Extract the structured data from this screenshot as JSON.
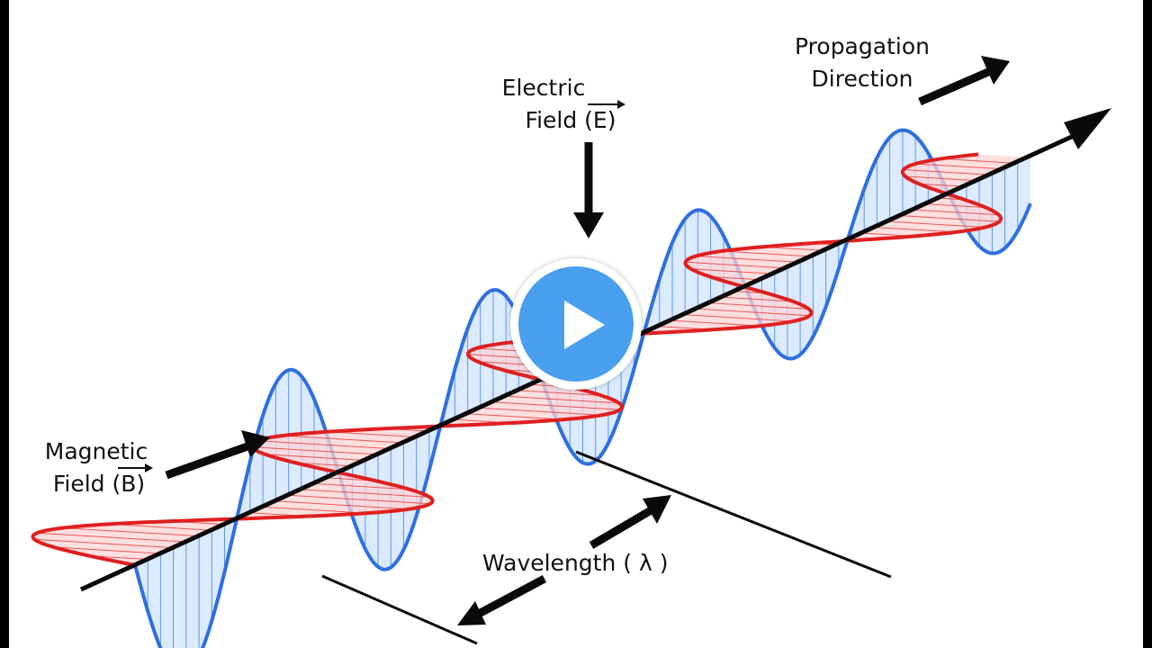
{
  "labels": {
    "propagation_line1": "Propagation",
    "propagation_line2": "Direction",
    "electric_line1": "Electric",
    "electric_line2": "Field (E)",
    "magnetic_line1": "Magnetic",
    "magnetic_line2": "Field (B)",
    "wavelength": "Wavelength ( λ )"
  },
  "colors": {
    "electric_wave": "#2f6fe0",
    "electric_fill": "#cfe3ff",
    "magnetic_wave": "#e01f1f",
    "magnetic_fill": "#ffd4d4",
    "axis": "#0a0a0a",
    "play_button": "#4aa0ee"
  },
  "icons": {
    "play": "play-icon"
  }
}
